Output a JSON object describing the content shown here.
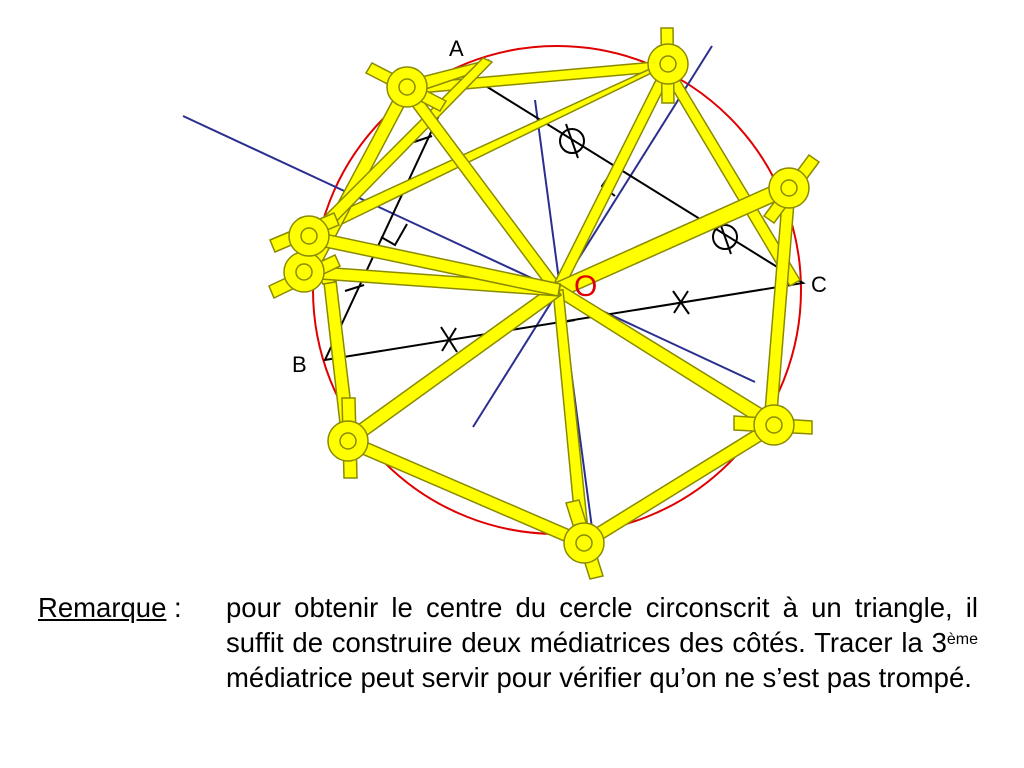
{
  "labels": {
    "vertex_a": "A",
    "vertex_b": "B",
    "vertex_c": "C",
    "center": "O"
  },
  "remark": {
    "title": "Remarque",
    "separator": " :",
    "line1": "pour obtenir le centre du cercle circonscrit à un triangle, il suffit de construire deux médiatrices des côtés. Tracer la 3",
    "superscript": "ème",
    "line2": " médiatrice peut servir pour vérifier qu’on ne s’est pas trompé."
  },
  "colors": {
    "circle": "#e00000",
    "bisector": "#2a2f8f",
    "compass": "#ffff00",
    "compass_outline": "#8a8a00",
    "triangle": "#000000",
    "center_label": "#e00000"
  }
}
